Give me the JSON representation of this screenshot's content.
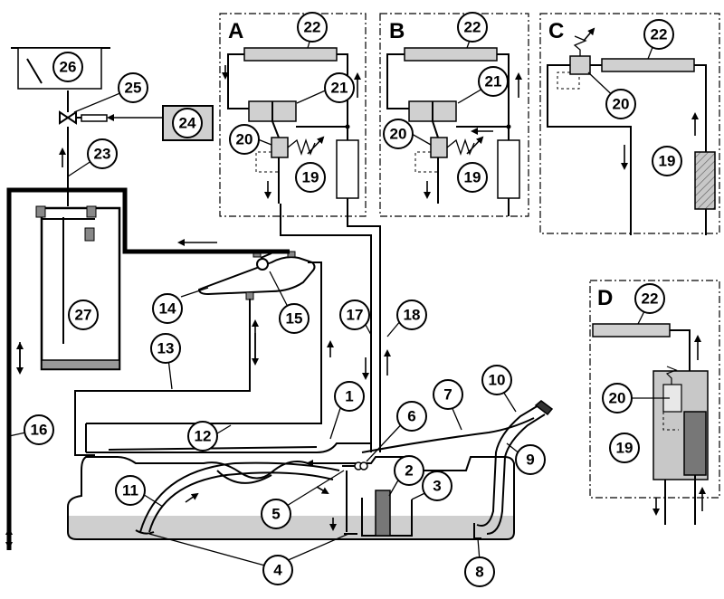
{
  "panels": {
    "a": "A",
    "b": "B",
    "c": "C",
    "d": "D"
  },
  "callouts": {
    "n1": "1",
    "n2": "2",
    "n3": "3",
    "n4": "4",
    "n5": "5",
    "n6": "6",
    "n7": "7",
    "n8": "8",
    "n9": "9",
    "n10": "10",
    "n11": "11",
    "n12": "12",
    "n13": "13",
    "n14": "14",
    "n15": "15",
    "n16": "16",
    "n17": "17",
    "n18": "18",
    "n19": "19",
    "n20": "20",
    "n21": "21",
    "n22": "22",
    "n23": "23",
    "n24": "24",
    "n25": "25",
    "n26": "26",
    "n27": "27"
  },
  "colors": {
    "fuel_fill": "#cfcfcf",
    "component_grey": "#d0d0d0",
    "filter_hatch": "#bbbbbb",
    "panel_d_bg": "#c8c8c8"
  }
}
